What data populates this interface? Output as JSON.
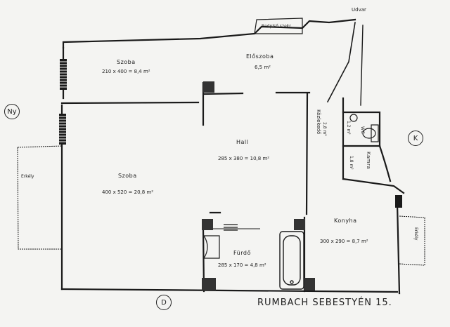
{
  "title": "RUMBACH SEBESTYÉN 15.",
  "top_right_label": "Udvar",
  "stair_label": "Bedplső szekr.",
  "compass": {
    "west": "Ny",
    "east": "K",
    "south": "D"
  },
  "rooms": [
    {
      "id": "szoba-1",
      "name": "Szoba",
      "dims": "210 x 400 = 8,4 m²"
    },
    {
      "id": "eloszoba",
      "name": "Előszoba",
      "dims": "6,5 m²"
    },
    {
      "id": "hall",
      "name": "Hall",
      "dims": "285 x 380 = 10,8 m²"
    },
    {
      "id": "szoba-2",
      "name": "Szoba",
      "dims": "400 x 520 = 20,8 m²"
    },
    {
      "id": "furdo",
      "name": "Fürdő",
      "dims": "285 x 170 = 4,8 m²"
    },
    {
      "id": "konyha",
      "name": "Konyha",
      "dims": "300 x 290 = 8,7 m²"
    },
    {
      "id": "kamra",
      "name": "Kamra"
    },
    {
      "id": "wc",
      "name": "WC"
    }
  ],
  "side_labels": {
    "left": "Erkély",
    "right": "Erkély",
    "corridor": "Közlekedő",
    "corridor_dims": "2,8 m²",
    "wc_dims": "1,2 m²",
    "kamra_dims": "1,8 m²"
  }
}
